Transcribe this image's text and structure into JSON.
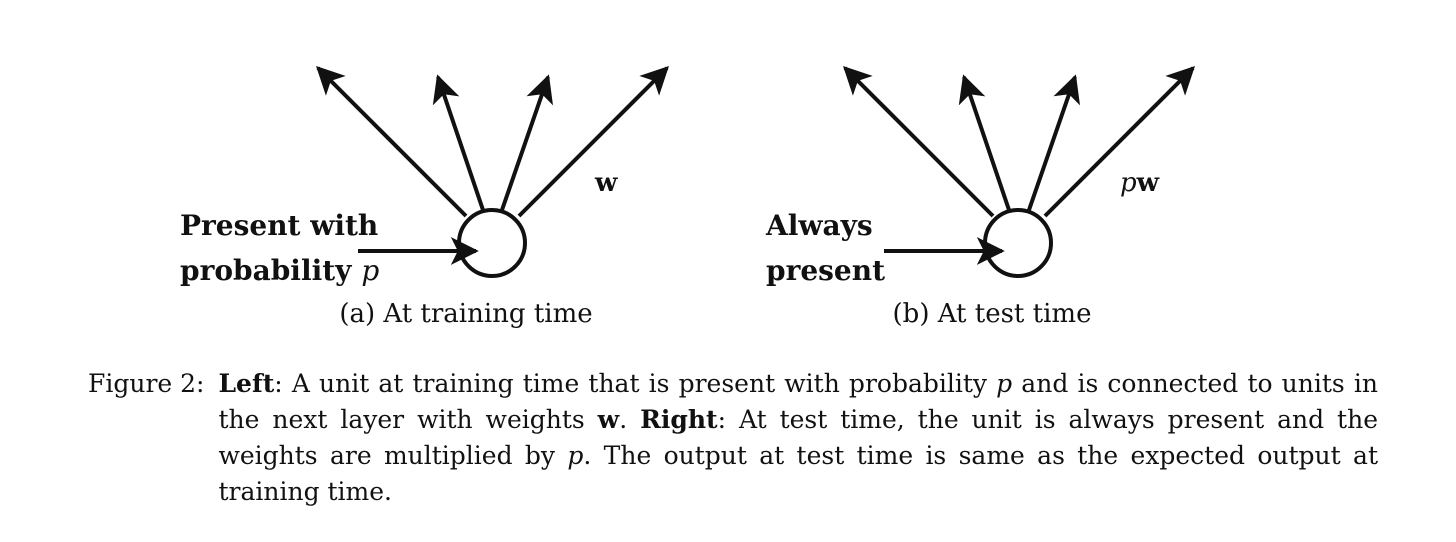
{
  "panel_a": {
    "input_label_line1": "Present with",
    "input_label_line2_text": "probability",
    "input_label_line2_var": "p",
    "weight_label": "w",
    "subcaption": "(a) At training time"
  },
  "panel_b": {
    "input_label_line1": "Always",
    "input_label_line2": "present",
    "weight_label_var": "p",
    "weight_label_bold": "w",
    "subcaption": "(b) At test time"
  },
  "caption": {
    "label": "Figure 2:",
    "left_title": "Left",
    "left_text_1": ": A unit at training time that is present with probability ",
    "left_var_p": "p",
    "left_text_2": " and is connected to units in the next layer with weights ",
    "left_var_w": "w",
    "left_text_3": ". ",
    "right_title": "Right",
    "right_text_1": ": At test time, the unit is always present and the weights are multiplied by ",
    "right_var_p": "p",
    "right_text_2": ". The output at test time is same as the expected output at training time."
  }
}
